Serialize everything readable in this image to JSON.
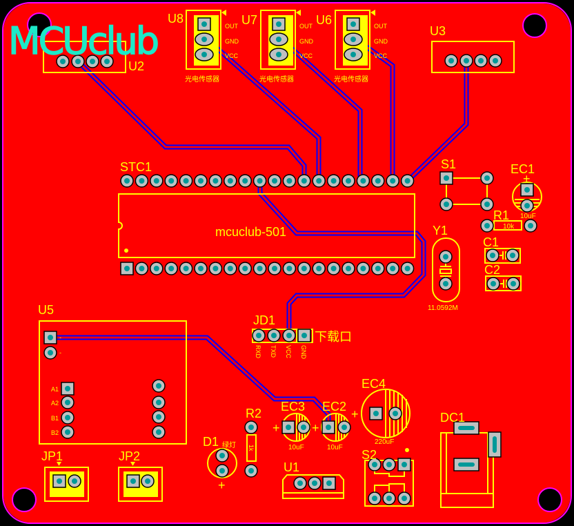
{
  "board": {
    "logo": "MCUclub",
    "colors": {
      "copper": "#ff0000",
      "outline": "#ff00ff",
      "silk": "#ffff00",
      "trace": "#0000ff",
      "pad": "#c0c0c0",
      "hole": "#009999",
      "logo": "#1de9c8"
    }
  },
  "components": {
    "U2": {
      "ref": "U2"
    },
    "U3": {
      "ref": "U3"
    },
    "U8": {
      "ref": "U8",
      "pins": [
        "OUT",
        "GND",
        "VCC"
      ],
      "desc": "光电传感器"
    },
    "U7": {
      "ref": "U7",
      "pins": [
        "OUT",
        "GND",
        "VCC"
      ],
      "desc": "光电传感器"
    },
    "U6": {
      "ref": "U6",
      "pins": [
        "OUT",
        "GND",
        "VCC"
      ],
      "desc": "光电传感器"
    },
    "STC1": {
      "ref": "STC1",
      "value": "mcuclub-501"
    },
    "S1": {
      "ref": "S1"
    },
    "EC1": {
      "ref": "EC1",
      "value": "10uF",
      "polarity": "+"
    },
    "R1": {
      "ref": "R1",
      "value": "10k"
    },
    "C1": {
      "ref": "C1"
    },
    "C2": {
      "ref": "C2"
    },
    "Y1": {
      "ref": "Y1",
      "value": "11.0592M"
    },
    "U5": {
      "ref": "U5",
      "pins_left": [
        "A1",
        "A2",
        "B1",
        "B2"
      ],
      "pin_top": [
        "-",
        "-"
      ]
    },
    "JD1": {
      "ref": "JD1",
      "pins": [
        "RXD",
        "TXD",
        "VCC",
        "GND"
      ],
      "desc": "下载口"
    },
    "EC4": {
      "ref": "EC4",
      "value": "220uF",
      "polarity": "+"
    },
    "EC3": {
      "ref": "EC3",
      "value": "10uF",
      "polarity": "+"
    },
    "EC2": {
      "ref": "EC2",
      "value": "10uF",
      "polarity": "+"
    },
    "R2": {
      "ref": "R2",
      "value": "1k"
    },
    "D1": {
      "ref": "D1",
      "desc": "绿灯",
      "polarity": "+"
    },
    "U1": {
      "ref": "U1"
    },
    "S2": {
      "ref": "S2"
    },
    "DC1": {
      "ref": "DC1"
    },
    "JP1": {
      "ref": "JP1"
    },
    "JP2": {
      "ref": "JP2"
    }
  }
}
